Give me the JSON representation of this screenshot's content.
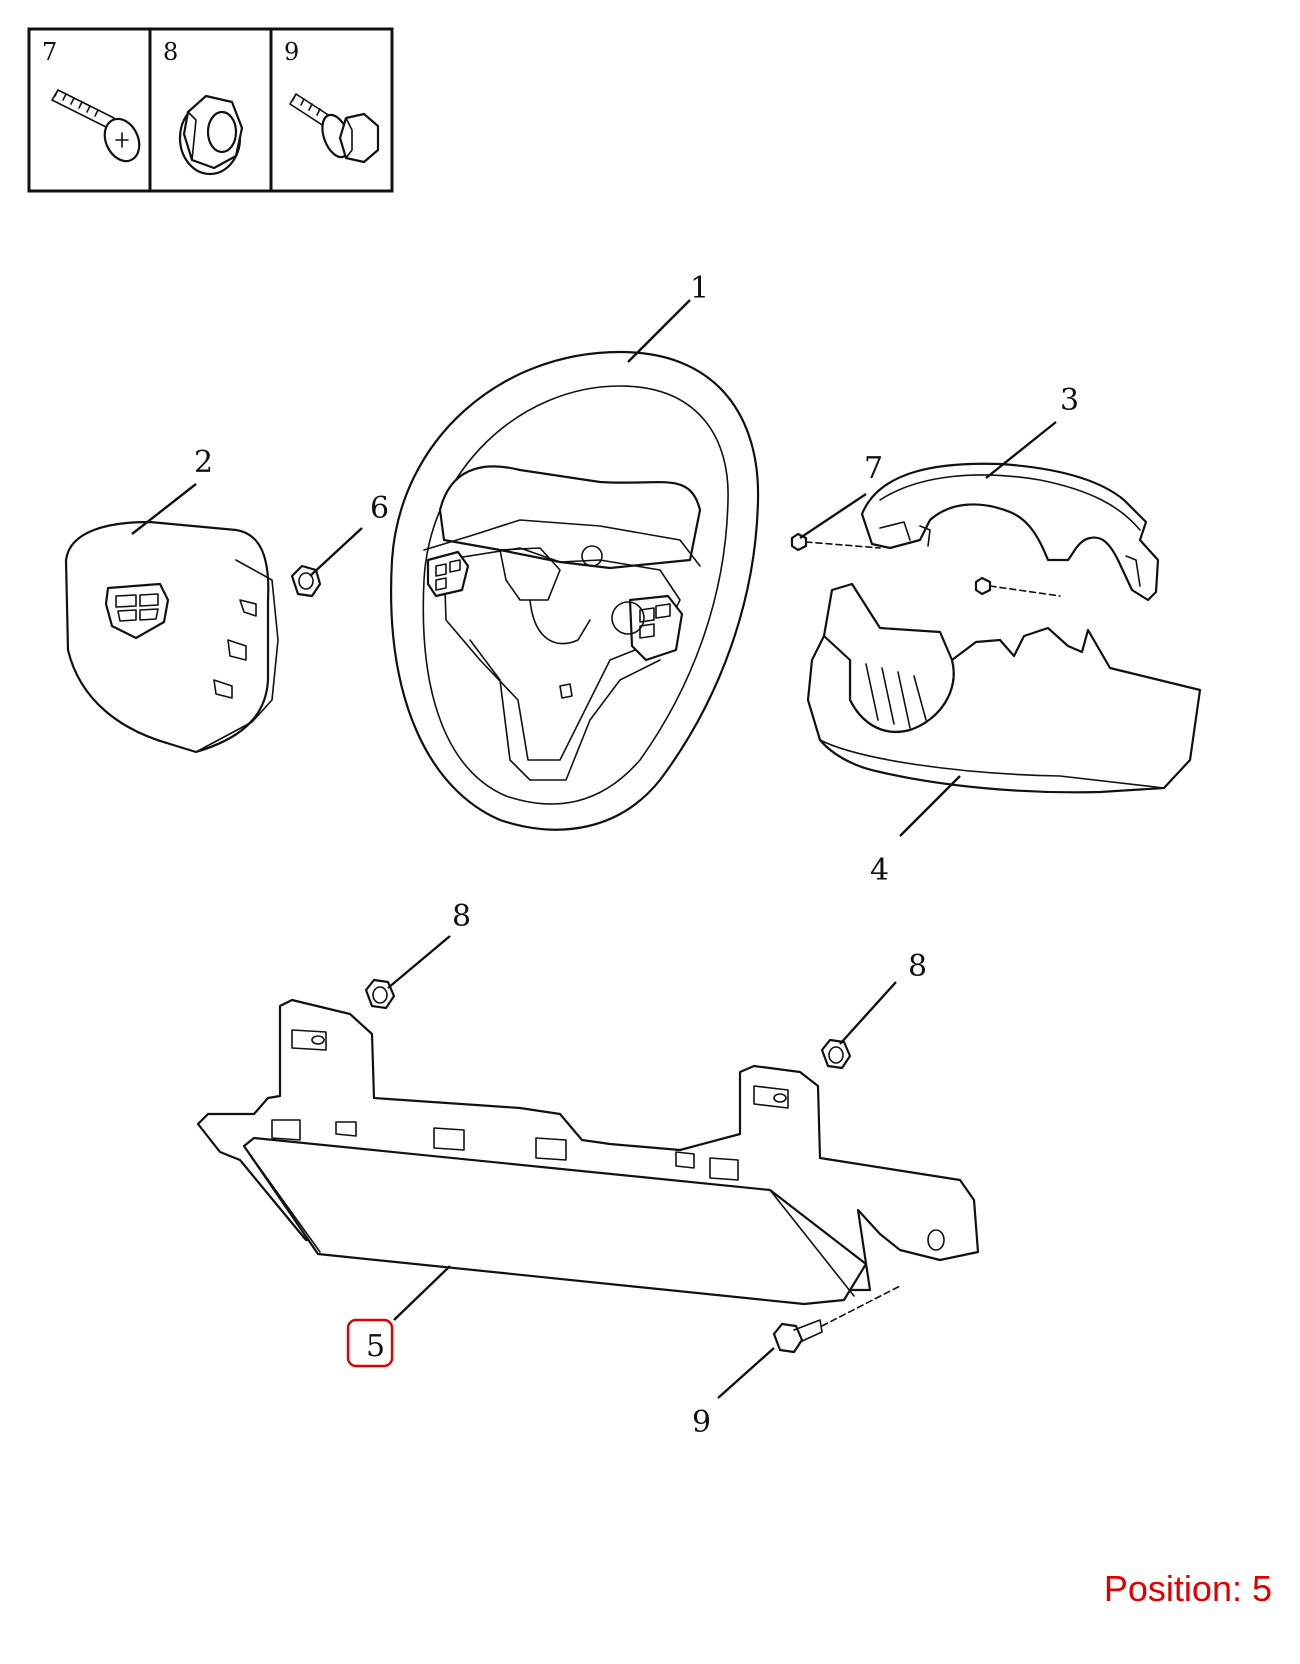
{
  "legend": [
    {
      "number": "7",
      "icon": "phillips-screw-icon"
    },
    {
      "number": "8",
      "icon": "flange-nut-icon"
    },
    {
      "number": "9",
      "icon": "washer-bolt-icon"
    }
  ],
  "callouts": {
    "c1": "1",
    "c2": "2",
    "c3": "3",
    "c4": "4",
    "c5": "5",
    "c6": "6",
    "c7": "7",
    "c8a": "8",
    "c8b": "8",
    "c9": "9"
  },
  "highlight_color": "#e00000",
  "position_label": "Position: 5"
}
